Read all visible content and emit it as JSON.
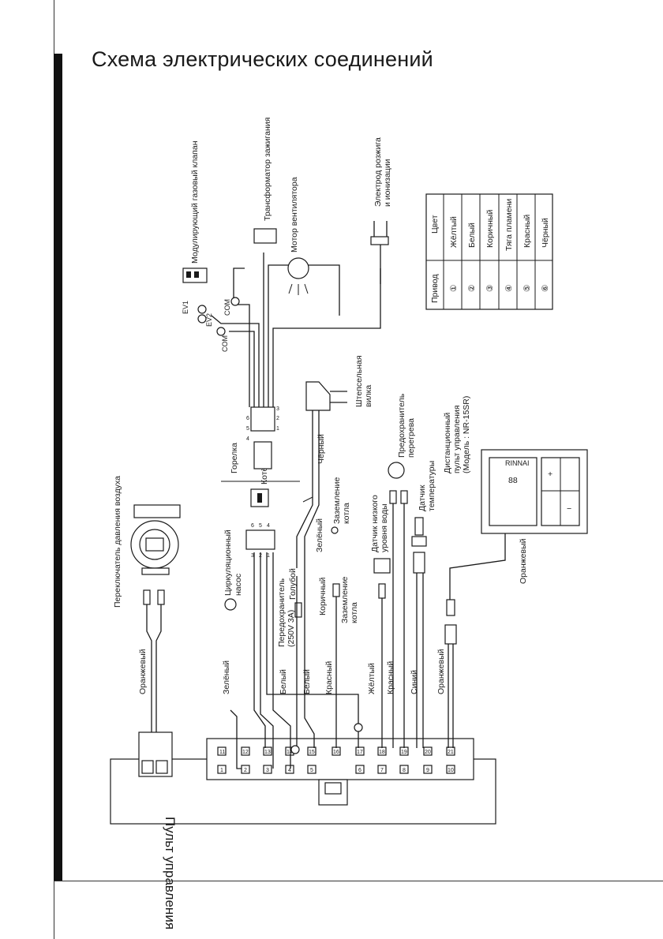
{
  "title": "Схема электрических соединений",
  "components": {
    "gas_valve": "Модулирующий газовый клапан",
    "ignition_transformer": "Трансформатор зажигания",
    "fan_motor": "Мотор вентилятора",
    "ignition_electrode_1": "Электрод розжига",
    "ignition_electrode_2": "и ионизации",
    "plug_1": "Штепсельная",
    "plug_2": "вилка",
    "overheat_fuse_1": "Предохранитель",
    "overheat_fuse_2": "перегрева",
    "temp_sensor_1": "Датчик",
    "temp_sensor_2": "температуры",
    "remote_1": "Дистанционный",
    "remote_2": "пульт управления",
    "remote_3": "(Модель : NR-15SR)",
    "pressure_switch": "Переключатель давления воздуха",
    "circ_pump_1": "Циркуляционный",
    "circ_pump_2": "насос",
    "burner": "Горелка",
    "boiler": "Котёл",
    "low_water_1": "Датчик низкого",
    "low_water_2": "уровня воды",
    "ground_1a": "Заземление",
    "ground_1b": "котла",
    "ground_2a": "Заземление",
    "ground_2b": "котла",
    "fuse_1": "Передохранитель",
    "fuse_2": "(250V 3A)",
    "control_panel": "Пульт управления"
  },
  "terminals": {
    "ev1": "EV1",
    "ev2": "EV2",
    "com1": "COM",
    "com2": "COM"
  },
  "wire_labels": {
    "black_plug": "Чёрный",
    "green_a": "Зелёный",
    "green_b": "Зелёный",
    "blue": "Голубой",
    "brown": "Коричный",
    "white_a": "Белый",
    "white_b": "Белый",
    "red_a": "Красный",
    "red_b": "Красный",
    "yellow": "Жёлтый",
    "blue_dark": "Синий",
    "orange_a": "Оранжевый",
    "orange_b": "Оранжевый",
    "orange_c": "Оранжевый"
  },
  "legend": {
    "head_drive": "Привод",
    "head_color": "Цвет",
    "rows": [
      {
        "num": "①",
        "color": "Жёлтый"
      },
      {
        "num": "②",
        "color": "Белый"
      },
      {
        "num": "③",
        "color": "Коричный"
      },
      {
        "num": "④",
        "color": "Тяга пламени"
      },
      {
        "num": "⑤",
        "color": "Красный"
      },
      {
        "num": "⑥",
        "color": "Чёрный"
      }
    ]
  },
  "panel_pins_top": [
    "11",
    "12",
    "13",
    "14",
    "15",
    "16",
    "17",
    "18",
    "19",
    "20",
    "21"
  ],
  "panel_pins_bottom": [
    "1",
    "2",
    "3",
    "4",
    "5",
    "6",
    "7",
    "8",
    "9",
    "10"
  ],
  "connector_pins_burner": [
    "6",
    "5",
    "4",
    "3",
    "2",
    "1"
  ],
  "connector_pins_boiler": [
    "6",
    "5",
    "4",
    "3",
    "2",
    "1"
  ],
  "circle_marks": [
    "①",
    "②",
    "③",
    "④",
    "⑤",
    "⑥"
  ],
  "remote_screen": {
    "brand": "RINNAI",
    "temp": "88",
    "btn_plus": "+",
    "btn_minus": "−"
  }
}
